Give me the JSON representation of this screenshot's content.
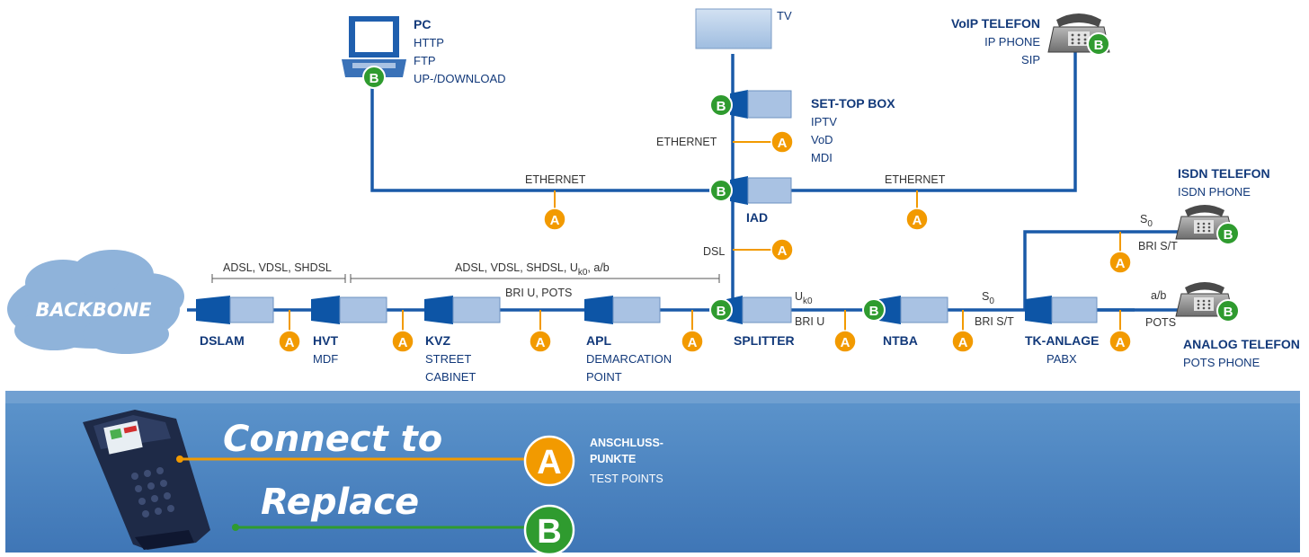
{
  "colors": {
    "line": "#1a5aa8",
    "device_dark": "#0d55a6",
    "device_light": "#a9c2e3",
    "test_point_A": "#f29a00",
    "replace_B": "#2f9b2f",
    "cloud": "#8fb3da",
    "banner": "#4f88c4"
  },
  "cloud_label": "BACKBONE",
  "top_devices": {
    "pc": {
      "icon": "computer-monitor-icon",
      "lines": [
        "PC",
        "HTTP",
        "FTP",
        "UP-/DOWNLOAD"
      ]
    },
    "tv": {
      "icon": "tv-icon",
      "label": "TV"
    },
    "voip": {
      "icon": "desk-phone-icon",
      "lines": [
        "VoIP TELEFON",
        "IP PHONE",
        "SIP"
      ]
    },
    "settop": {
      "lines": [
        "SET-TOP BOX",
        "IPTV",
        "VoD",
        "MDI"
      ]
    },
    "iad": {
      "label": "IAD"
    },
    "isdn": {
      "icon": "desk-phone-icon",
      "lines": [
        "ISDN TELEFON",
        "ISDN PHONE"
      ]
    },
    "analog": {
      "icon": "desk-phone-icon",
      "lines": [
        "ANALOG TELEFON",
        "POTS PHONE"
      ]
    }
  },
  "chain": {
    "dslam": [
      "DSLAM"
    ],
    "hvt": [
      "HVT",
      "MDF"
    ],
    "kvz": [
      "KVZ",
      "STREET",
      "CABINET"
    ],
    "apl": [
      "APL",
      "DEMARCATION",
      "POINT"
    ],
    "splitter": [
      "SPLITTER"
    ],
    "ntba": [
      "NTBA"
    ],
    "tk": [
      "TK-ANLAGE",
      "PABX"
    ]
  },
  "link_labels": {
    "eth_pc": "ETHERNET",
    "eth_settop": "ETHERNET",
    "eth_voip": "ETHERNET",
    "dsl": "DSL",
    "span1": "ADSL, VDSL, SHDSL",
    "span2_pre": "ADSL, VDSL, SHDSL, U",
    "span2_sub": "k0",
    "span2_post": ", a/b",
    "bri_u_pots": "BRI U, POTS",
    "uk0_main": "U",
    "uk0_sub": "k0",
    "bri_u": "BRI U",
    "s0_main": "S",
    "s0_sub": "0",
    "bri_st": "BRI S/T",
    "isdn_s0_main": "S",
    "isdn_s0_sub": "0",
    "isdn_bri_st": "BRI S/T",
    "ab": "a/b",
    "pots": "POTS"
  },
  "markers": {
    "a": "A",
    "b": "B"
  },
  "legend": {
    "connect_to": "Connect to",
    "replace": "Replace",
    "a_lines": [
      "ANSCHLUSS-",
      "PUNKTE"
    ],
    "a_en": "TEST POINTS",
    "tester_icon": "handheld-tester-icon"
  }
}
